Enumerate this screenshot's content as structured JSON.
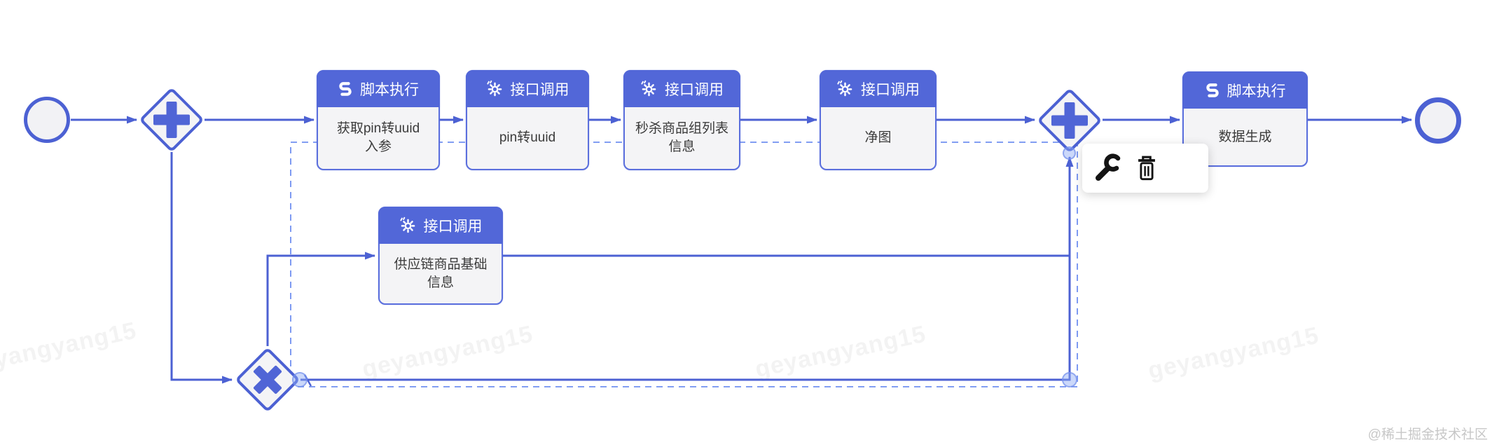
{
  "diagram": {
    "events": [
      {
        "id": "start",
        "type": "start-event"
      },
      {
        "id": "end",
        "type": "end-event"
      }
    ],
    "gateways": [
      {
        "id": "parallel-gateway-1",
        "type": "parallel",
        "symbol": "plus"
      },
      {
        "id": "parallel-gateway-2",
        "type": "parallel",
        "symbol": "plus"
      },
      {
        "id": "exclusive-gateway-1",
        "type": "exclusive",
        "symbol": "x"
      }
    ],
    "tasks": [
      {
        "type": "script",
        "icon": "scroll-icon",
        "header": "脚本执行",
        "body": "获取pin转uuid\n入参"
      },
      {
        "type": "api",
        "icon": "gear-icon",
        "header": "接口调用",
        "body": "pin转uuid"
      },
      {
        "type": "api",
        "icon": "gear-icon",
        "header": "接口调用",
        "body": "秒杀商品组列表\n信息"
      },
      {
        "type": "api",
        "icon": "gear-icon",
        "header": "接口调用",
        "body": "净图"
      },
      {
        "type": "script",
        "icon": "scroll-icon",
        "header": "脚本执行",
        "body": "数据生成"
      },
      {
        "type": "api",
        "icon": "gear-icon",
        "header": "接口调用",
        "body": "供应链商品基础\n信息"
      }
    ],
    "selected_edge": "exclusive-gateway-1 → parallel-gateway-2"
  },
  "context_pad": {
    "buttons": [
      {
        "icon": "wrench-icon",
        "action": "configure"
      },
      {
        "icon": "trash-icon",
        "action": "delete"
      }
    ]
  },
  "watermark": {
    "text": "geyangyang15"
  },
  "credit": {
    "text": "@稀土掘金技术社区"
  },
  "colors": {
    "primary": "#4c61d3",
    "header_bg": "#5267d8",
    "selection_dash": "#7190f0",
    "node_fill": "#f4f4f6",
    "body_text": "#3b3b3b"
  }
}
